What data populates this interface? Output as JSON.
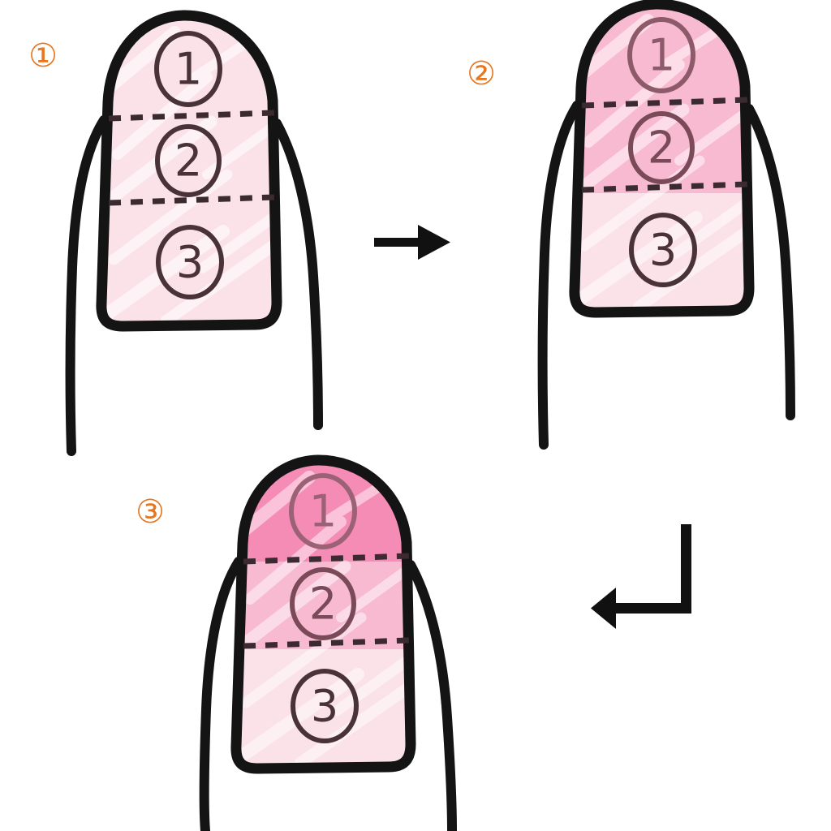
{
  "diagram": {
    "title": "Nail polish gradient application sequence",
    "background_color": "#FFFFFF",
    "label_color": "#E8761F",
    "ink_color": "#141414",
    "zone_number_color": "#4A3338",
    "dashed_line_color": "#3B2A2F"
  },
  "palette": {
    "lightest_pink": "#FBE2E9",
    "light_pink": "#F9D2DF",
    "medium_pink": "#F8BAD1",
    "dark_pink": "#F49CBD",
    "darkest_pink": "#F58CB6"
  },
  "steps": [
    {
      "id": "step-1",
      "label": "①",
      "label_text": "1",
      "nail_name": "nail-step-1",
      "zones": [
        {
          "number": "①",
          "number_text": "1",
          "fill": "#FBE2E9",
          "coat_count": 1
        },
        {
          "number": "②",
          "number_text": "2",
          "fill": "#FBE2E9",
          "coat_count": 1
        },
        {
          "number": "③",
          "number_text": "3",
          "fill": "#FBE2E9",
          "coat_count": 1
        }
      ]
    },
    {
      "id": "step-2",
      "label": "②",
      "label_text": "2",
      "nail_name": "nail-step-2",
      "zones": [
        {
          "number": "①",
          "number_text": "1",
          "fill": "#F8BAD1",
          "coat_count": 2
        },
        {
          "number": "②",
          "number_text": "2",
          "fill": "#F8BAD1",
          "coat_count": 2
        },
        {
          "number": "③",
          "number_text": "3",
          "fill": "#FBE2E9",
          "coat_count": 1
        }
      ]
    },
    {
      "id": "step-3",
      "label": "③",
      "label_text": "3",
      "nail_name": "nail-step-3",
      "zones": [
        {
          "number": "①",
          "number_text": "1",
          "fill": "#F58CB6",
          "coat_count": 3
        },
        {
          "number": "②",
          "number_text": "2",
          "fill": "#F8BAD1",
          "coat_count": 2
        },
        {
          "number": "③",
          "number_text": "3",
          "fill": "#FBE2E9",
          "coat_count": 1
        }
      ]
    }
  ],
  "arrows": [
    {
      "name": "arrow-step1-to-step2",
      "glyph": "→",
      "direction": "right"
    },
    {
      "name": "arrow-step2-to-step3",
      "glyph": "↵",
      "direction": "down-then-left"
    }
  ]
}
